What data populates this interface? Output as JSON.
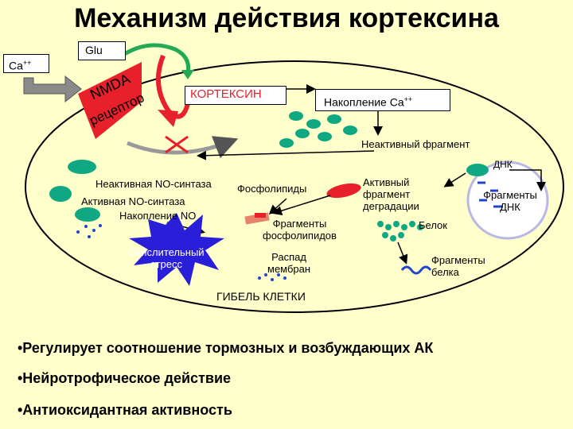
{
  "title": "Механизм действия кортексина",
  "labels": {
    "ca": "Ca",
    "ca_sup": "++",
    "glu": "Glu",
    "nmda_line1": "NMDA",
    "nmda_line2": "рецептор",
    "cortexin": "КОРТЕКСИН",
    "ca_accum": "Накопление Ca",
    "ca_accum_sup": "++",
    "inactive_fragment": "Неактивный фрагмент",
    "dna": "ДНК",
    "inactive_nos": "Неактивная NO-синтаза",
    "active_nos": "Активная NO-синтаза",
    "no_accum": "Накопление NO",
    "phospholipids": "Фосфолипиды",
    "active_frag_1": "Активный",
    "active_frag_2": "фрагмент",
    "active_frag_3": "деградации",
    "protein": "Белок",
    "dna_frag_1": "Фрагменты",
    "dna_frag_2": "ДНК",
    "phos_frag_1": "Фрагменты",
    "phos_frag_2": "фосфолипидов",
    "oxstress_1": "Окислительный",
    "oxstress_2": "стресс",
    "membrane_1": "Распад",
    "membrane_2": "мембран",
    "protein_frag_1": "Фрагменты",
    "protein_frag_2": "белка",
    "cell_death": "ГИБЕЛЬ КЛЕТКИ"
  },
  "bullets": [
    "•Регулирует соотношение тормозных и возбуждающих  АК",
    "•Нейротрофическое действие",
    "•Антиоксидантная активность"
  ],
  "colors": {
    "background": "#FFFFCC",
    "cell_fill": "#FFFFCC",
    "teal": "#10A882",
    "red": "#E8202A",
    "blue": "#2244CC",
    "gray_arrow": "#8A8A8A",
    "star": "#2A1FD8"
  }
}
